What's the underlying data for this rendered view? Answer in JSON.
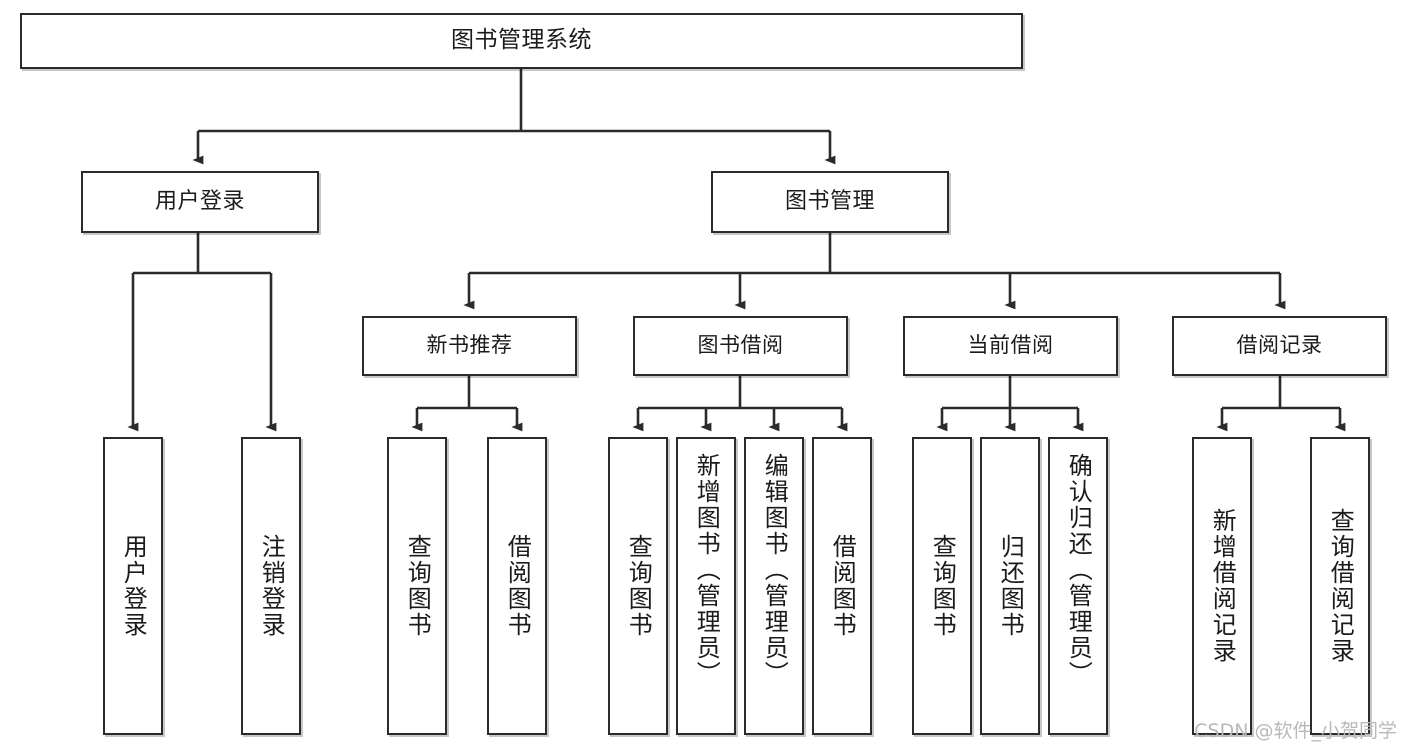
{
  "diagram": {
    "title": "图书管理系统",
    "type": "tree",
    "watermark": "CSDN @软件_小贺同学",
    "colors": {
      "box_border": "#2b2b2b",
      "box_fill": "#ffffff",
      "edge": "#2b2b2b",
      "text": "#1b1b1b",
      "watermark": "#b9b9b9"
    },
    "nodes": {
      "root": {
        "label": "图书管理系统"
      },
      "level2": [
        {
          "id": "user-login",
          "label": "用户登录"
        },
        {
          "id": "book-management",
          "label": "图书管理"
        }
      ],
      "level3": [
        {
          "id": "new-book-recommend",
          "label": "新书推荐"
        },
        {
          "id": "book-borrow",
          "label": "图书借阅"
        },
        {
          "id": "current-borrow",
          "label": "当前借阅"
        },
        {
          "id": "borrow-record",
          "label": "借阅记录"
        }
      ],
      "leaves": {
        "user-login": [
          {
            "id": "leaf-user-login",
            "label": "用户登录"
          },
          {
            "id": "leaf-logout",
            "label": "注销登录"
          }
        ],
        "new-book-recommend": [
          {
            "id": "leaf-query-book-1",
            "label": "查询图书"
          },
          {
            "id": "leaf-borrow-book-1",
            "label": "借阅图书"
          }
        ],
        "book-borrow": [
          {
            "id": "leaf-query-book-2",
            "label": "查询图书"
          },
          {
            "id": "leaf-add-book",
            "label": "新增图书（管理员）"
          },
          {
            "id": "leaf-edit-book",
            "label": "编辑图书（管理员）"
          },
          {
            "id": "leaf-borrow-book-2",
            "label": "借阅图书"
          }
        ],
        "current-borrow": [
          {
            "id": "leaf-query-book-3",
            "label": "查询图书"
          },
          {
            "id": "leaf-return-book",
            "label": "归还图书"
          },
          {
            "id": "leaf-confirm-return",
            "label": "确认归还（管理员）"
          }
        ],
        "borrow-record": [
          {
            "id": "leaf-add-record",
            "label": "新增借阅记录"
          },
          {
            "id": "leaf-query-record",
            "label": "查询借阅记录"
          }
        ]
      }
    }
  }
}
